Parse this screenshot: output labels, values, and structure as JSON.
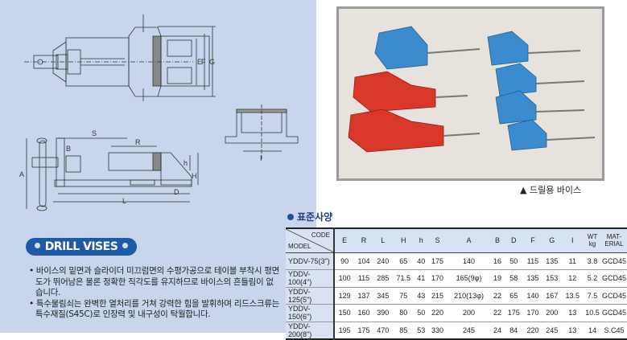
{
  "colors": {
    "panel": "#c8d5ec",
    "title_pill": "#1f5aa6",
    "table_header": "#d9e2f2",
    "vise_red": "#d8372a",
    "vise_blue": "#3a8ccf"
  },
  "drawing": {
    "labels": [
      "E",
      "F",
      "G",
      "S",
      "R",
      "B",
      "h",
      "H",
      "A",
      "D",
      "L",
      "I"
    ]
  },
  "title": "DRILL VISES",
  "description": [
    "• 바이스의 밑면과 슬라이더 미끄럼면의 수평가공으로 테이블 부착시 평면도가 뛰어남은 물론 정확한 직각도를 유지하므로 바이스의 흔들림이 없습니다.",
    "• 특수물림쇠는 완벽한 열처리를 거쳐 강력한 힘을 발휘하며 리드스크류는 특수재질(S45C)로 인장력 및 내구성이 탁월합니다."
  ],
  "photo_caption": "▲ 드릴용 바이스",
  "spec_heading": "표준사양",
  "table": {
    "corner_code": "CODE",
    "corner_model": "MODEL",
    "columns": [
      "E",
      "R",
      "L",
      "H",
      "h",
      "S",
      "A",
      "B",
      "D",
      "F",
      "G",
      "I",
      "WT kg",
      "MAT-ERIAL"
    ],
    "rows": [
      {
        "model": "YDDV-75(3\")",
        "values": [
          "90",
          "104",
          "240",
          "65",
          "40",
          "175",
          "140",
          "16",
          "50",
          "115",
          "135",
          "11",
          "3.8",
          "GCD45"
        ]
      },
      {
        "model": "YDDV-100(4\")",
        "values": [
          "100",
          "115",
          "285",
          "71.5",
          "41",
          "170",
          "165(9φ)",
          "19",
          "58",
          "135",
          "153",
          "12",
          "5.2",
          "GCD45"
        ]
      },
      {
        "model": "YDDV-125(5\")",
        "values": [
          "129",
          "137",
          "345",
          "75",
          "43",
          "215",
          "210(13φ)",
          "22",
          "65",
          "140",
          "167",
          "13.5",
          "7.5",
          "GCD45"
        ]
      },
      {
        "model": "YDDV-150(6\")",
        "values": [
          "150",
          "160",
          "390",
          "80",
          "50",
          "220",
          "200",
          "22",
          "175",
          "170",
          "200",
          "13",
          "10.5",
          "GCD45"
        ]
      },
      {
        "model": "YDDV-200(8\")",
        "values": [
          "195",
          "175",
          "470",
          "85",
          "53",
          "330",
          "245",
          "24",
          "84",
          "220",
          "245",
          "13",
          "14",
          "S.C45"
        ]
      }
    ]
  }
}
